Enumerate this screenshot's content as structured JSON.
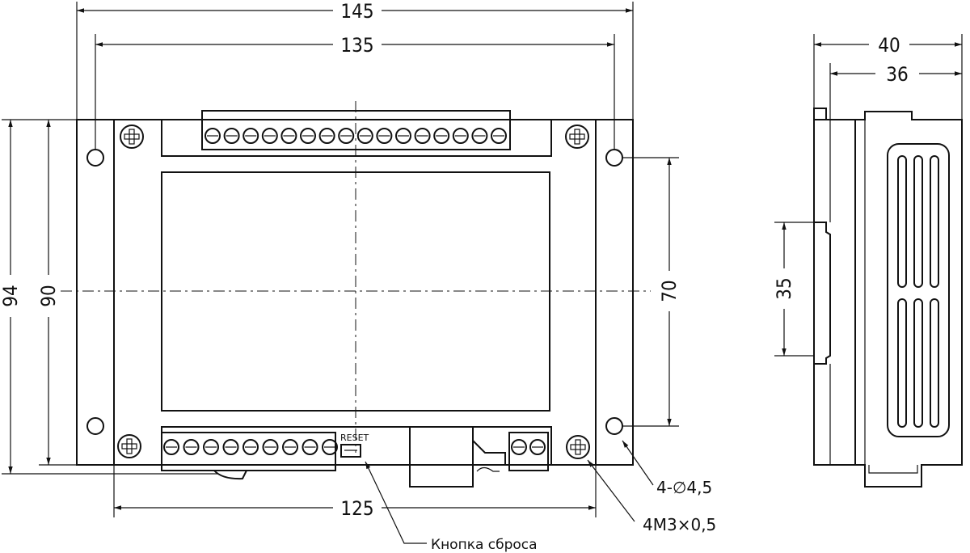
{
  "dimensions": {
    "width_overall": "145",
    "width_holes": "135",
    "width_inner": "125",
    "height_overall": "94",
    "height_body": "90",
    "height_holes": "70",
    "depth_overall": "40",
    "depth_body": "36",
    "rail": "35"
  },
  "callouts": {
    "mount_holes": "4-∅4,5",
    "screw_holes": "4M3×0,5",
    "reset_button": "Кнопка сброса"
  },
  "board": {
    "reset_label": "RESET",
    "top_terminals": 16,
    "bottom_terminals": 9,
    "side_terminals": 2
  },
  "colors": {
    "line": "#111111",
    "background": "#ffffff"
  }
}
